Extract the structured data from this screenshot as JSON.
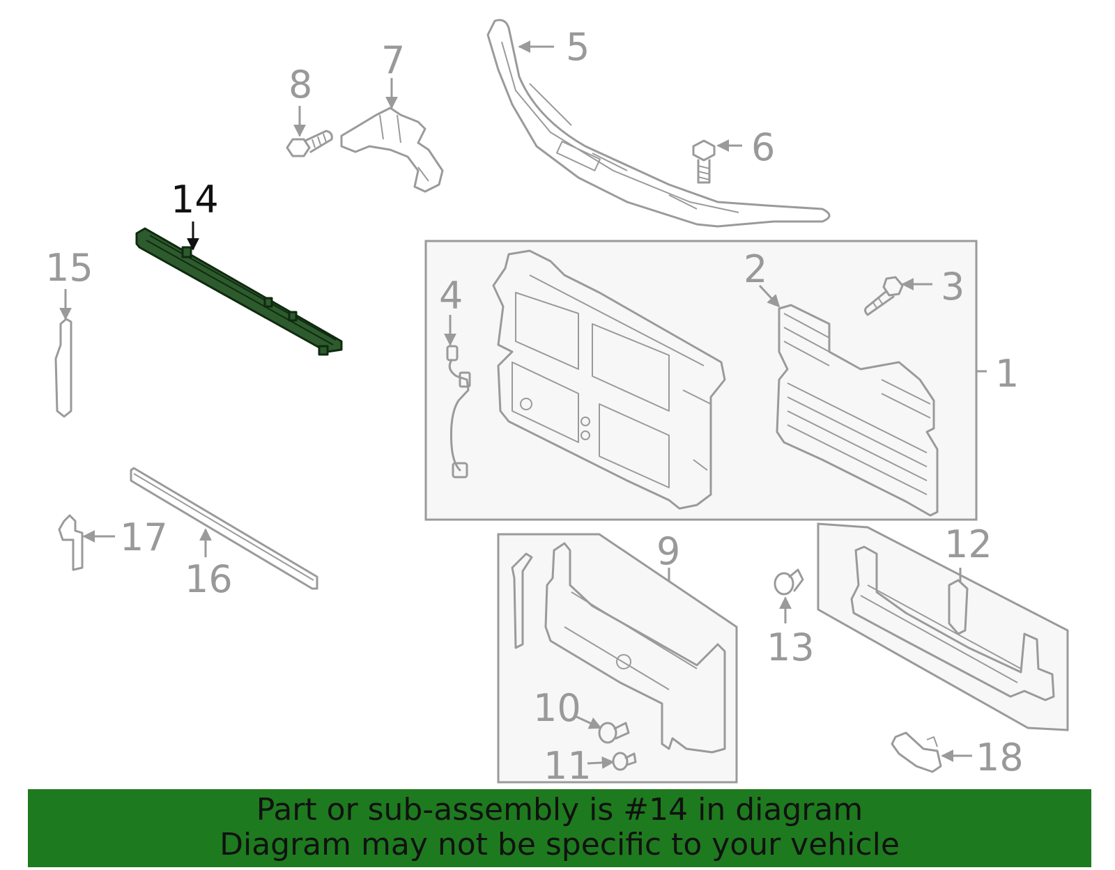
{
  "callouts": {
    "c1": "1",
    "c2": "2",
    "c3": "3",
    "c4": "4",
    "c5": "5",
    "c6": "6",
    "c7": "7",
    "c8": "8",
    "c9": "9",
    "c10": "10",
    "c11": "11",
    "c12": "12",
    "c13": "13",
    "c14": "14",
    "c15": "15",
    "c16": "16",
    "c17": "17",
    "c18": "18"
  },
  "highlight": {
    "part_number": "14",
    "color": "#2e5b2e"
  },
  "colors": {
    "banner": "#1e7a1e",
    "line_art": "#9a9a9a",
    "box_fill": "#f7f7f7"
  },
  "banner": {
    "line1": "Part or sub-assembly is #14 in diagram",
    "line2": "Diagram may not be specific to your vehicle"
  }
}
